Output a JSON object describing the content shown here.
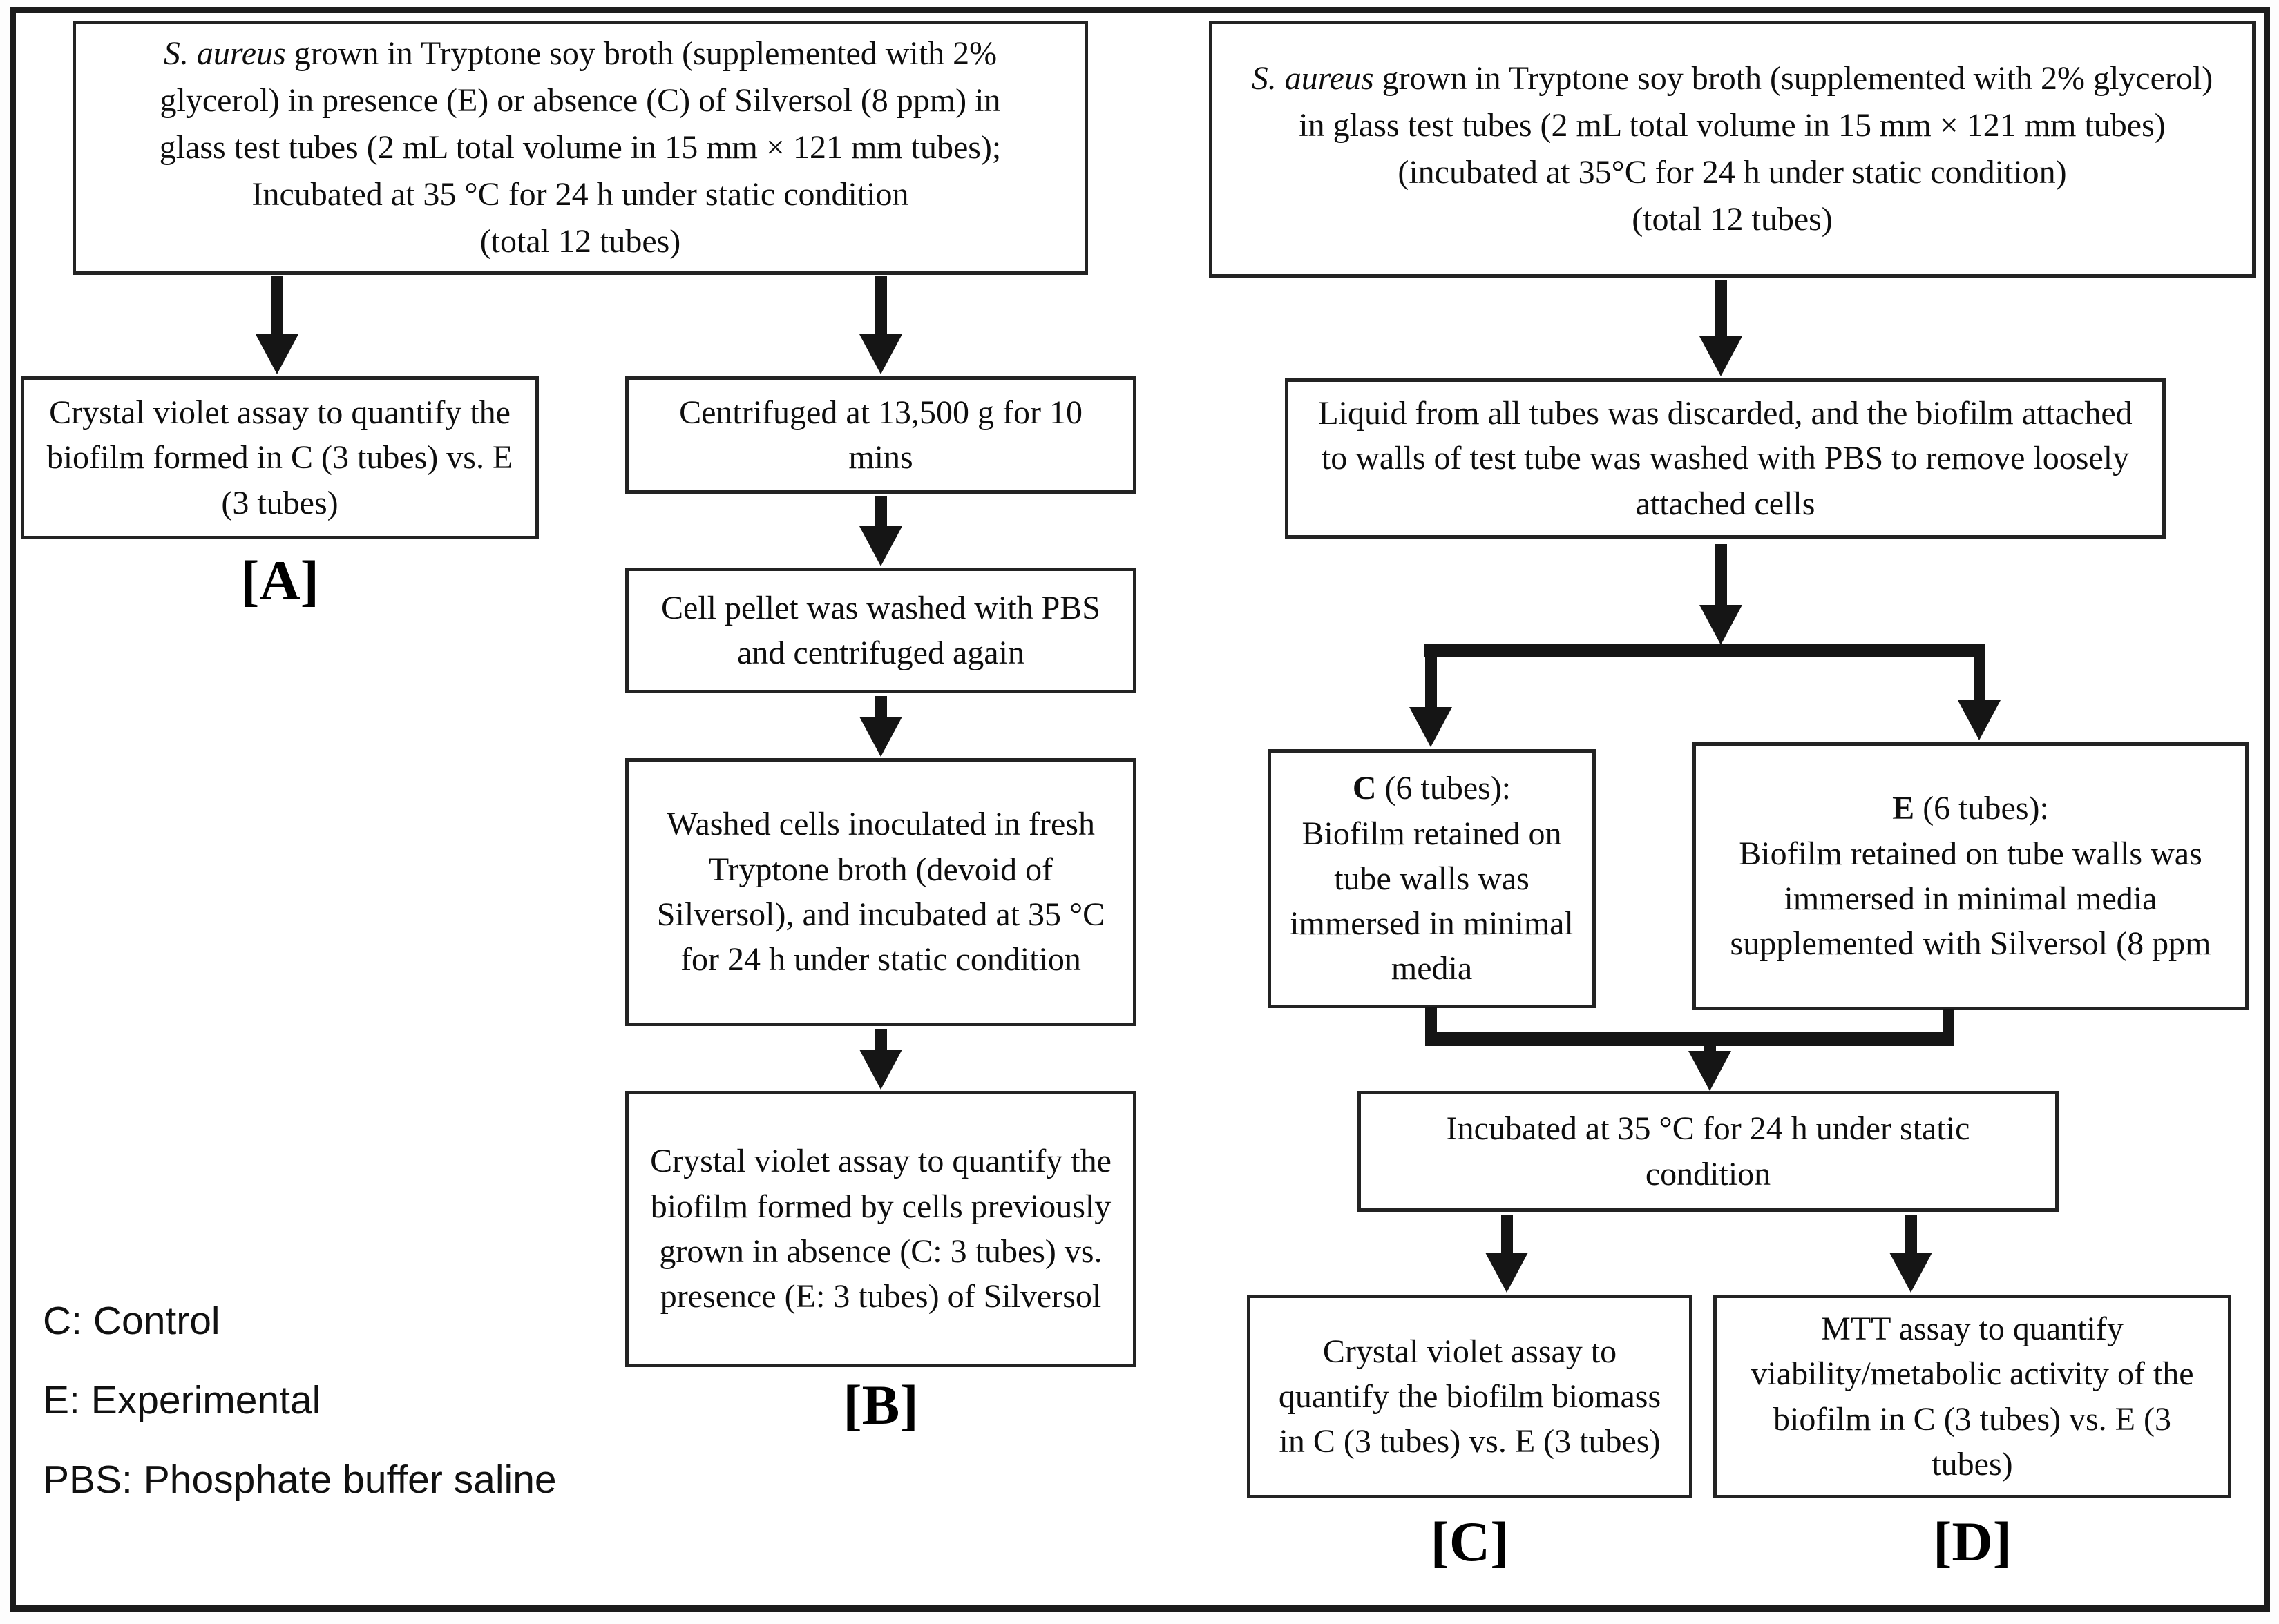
{
  "diagram": {
    "left": {
      "top_box": {
        "species": "S. aureus",
        "line1_rest": " grown in Tryptone soy broth (supplemented with 2% glycerol) in presence (E) or absence (C) of Silversol (8 ppm) in glass test tubes (2 mL total volume in 15 mm × 121 mm tubes); Incubated at 35 °C for 24 h under static condition",
        "line2": "(total 12 tubes)"
      },
      "a_box": "Crystal violet assay to quantify the biofilm formed in C (3 tubes) vs. E (3 tubes)",
      "a_label": "[A]",
      "b1": "Centrifuged at 13,500 g for 10 mins",
      "b2": "Cell pellet was washed with PBS and centrifuged again",
      "b3": "Washed cells inoculated in fresh Tryptone broth (devoid of Silversol), and incubated at 35 °C for 24 h under static condition",
      "b4": "Crystal violet assay to quantify the biofilm formed by cells previously grown in absence (C: 3 tubes) vs. presence (E: 3 tubes) of Silversol",
      "b_label": "[B]"
    },
    "right": {
      "top_box": {
        "species": "S. aureus",
        "line1_rest": " grown in Tryptone soy broth (supplemented with 2% glycerol) in glass test tubes (2 mL total volume in 15 mm × 121 mm tubes)",
        "line2": "(incubated at 35°C for 24 h under static condition)",
        "line3": "(total 12 tubes)"
      },
      "wash_box": "Liquid from all tubes was discarded, and the biofilm attached to walls of test tube was washed with PBS to remove loosely attached cells",
      "c6": {
        "bold": "C",
        "head_rest": " (6 tubes):",
        "body": "Biofilm retained on tube walls was immersed in minimal media"
      },
      "e6": {
        "bold": "E",
        "head_rest": " (6 tubes):",
        "body": "Biofilm retained on tube walls was immersed in minimal media supplemented with Silversol (8 ppm"
      },
      "incubate_box": "Incubated at 35 °C for 24 h under static condition",
      "c_box": "Crystal violet assay to quantify the biofilm biomass in C (3 tubes) vs. E (3 tubes)",
      "c_label": "[C]",
      "d_box": "MTT assay to quantify viability/metabolic activity of the biofilm in C (3 tubes) vs. E (3 tubes)",
      "d_label": "[D]"
    },
    "legend": {
      "line1": "C: Control",
      "line2": "E: Experimental",
      "line3": "PBS: Phosphate buffer saline"
    }
  }
}
